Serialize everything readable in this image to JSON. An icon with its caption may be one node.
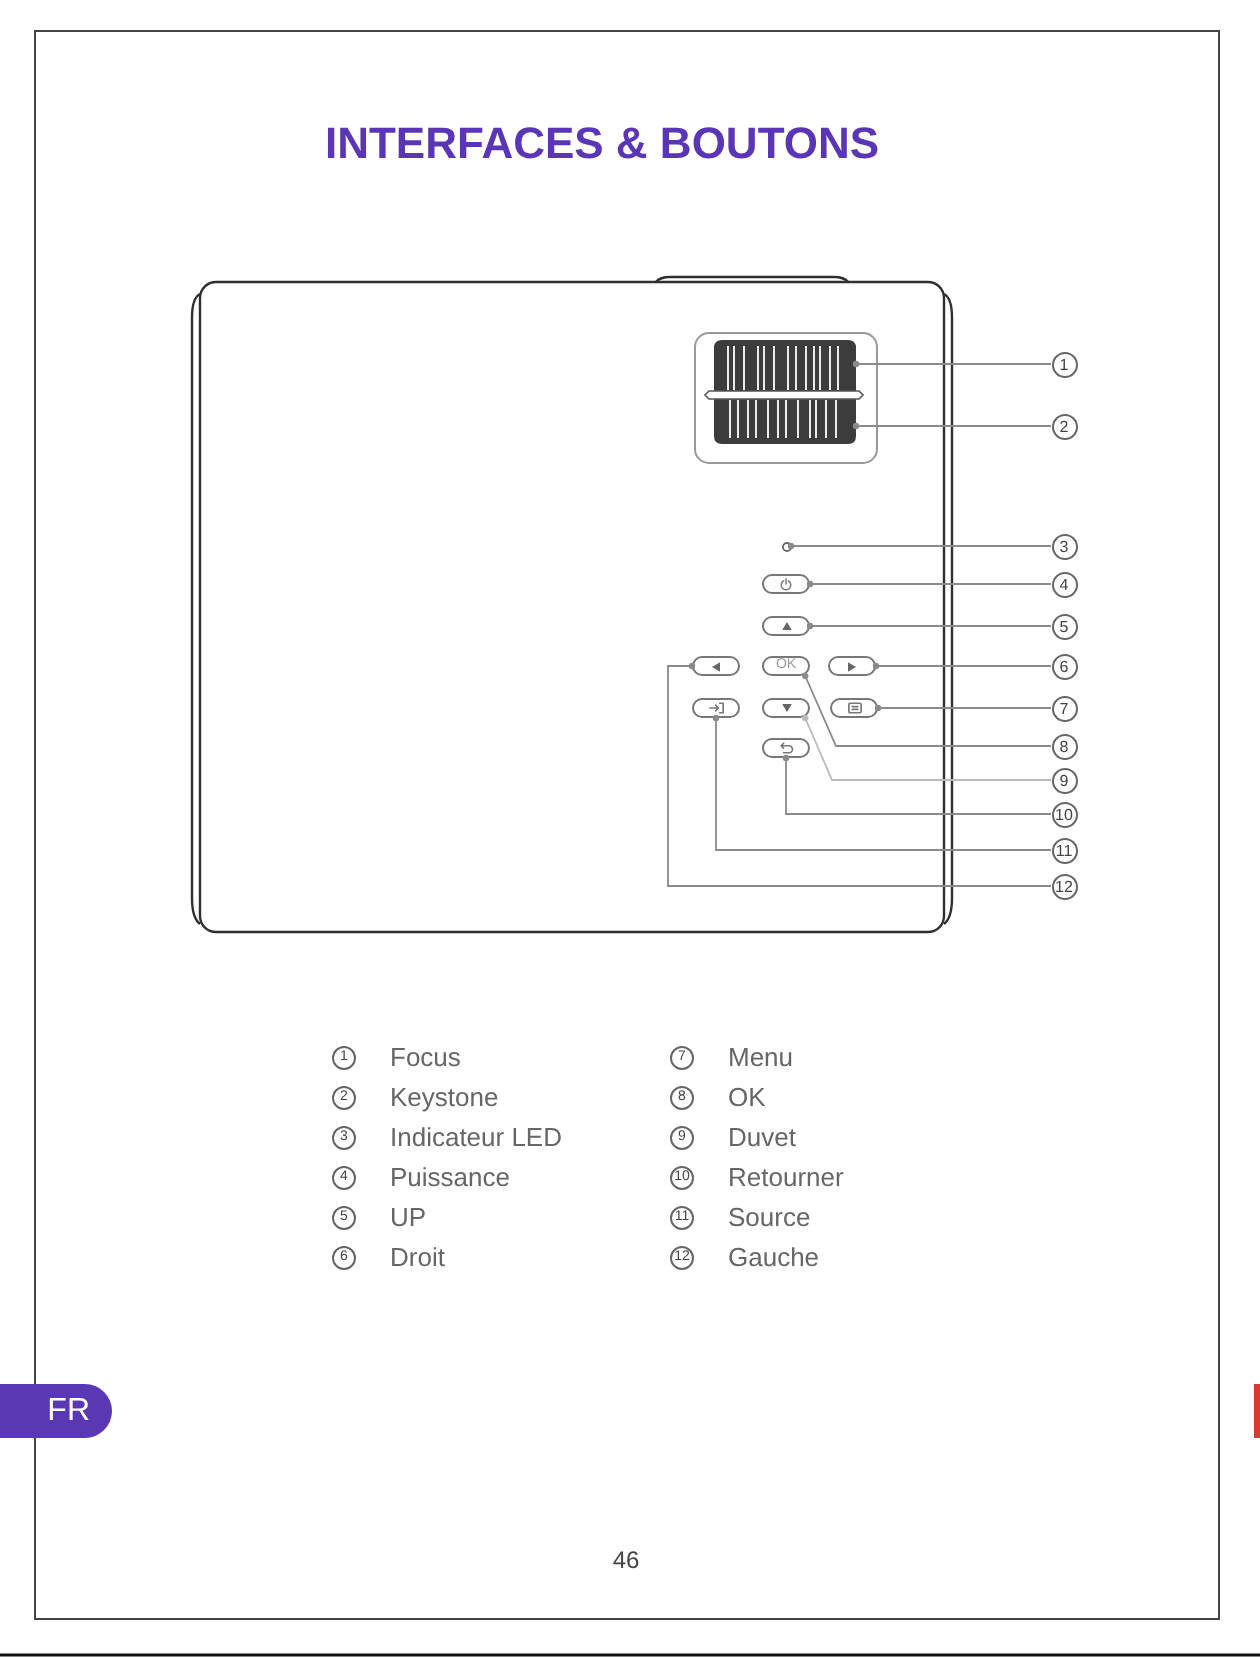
{
  "diagram": {
    "title": "INTERFACES & BOUTONS",
    "nodes": [
      {
        "text": [],
        "shape": "box"
      },
      {
        "text": [],
        "shape": "box",
        "in": 0
      },
      {
        "text": [],
        "shape": "box",
        "in": 0
      },
      {
        "text": [],
        "shape": "circle",
        "in": 0
      },
      {
        "text": [],
        "shape": "button",
        "in": 0
      },
      {
        "text": [],
        "shape": "button",
        "in": 0
      },
      {
        "text": [],
        "shape": "button",
        "in": 0
      },
      {
        "text": [
          "OK"
        ],
        "in": 0
      },
      {
        "text": [],
        "shape": "button",
        "in": 0
      },
      {
        "text": [],
        "shape": "button",
        "in": 0
      },
      {
        "text": [],
        "shape": "button",
        "in": 0
      },
      {
        "text": [],
        "shape": "button",
        "in": 0
      },
      {
        "text": [],
        "shape": "button",
        "in": 0
      },
      {
        "text": [
          "1"
        ]
      },
      {
        "text": [
          "2"
        ]
      },
      {
        "text": [
          "3"
        ]
      },
      {
        "text": [
          "4"
        ]
      },
      {
        "text": [
          "5"
        ]
      },
      {
        "text": [
          "6"
        ]
      },
      {
        "text": [
          "7"
        ]
      },
      {
        "text": [
          "8"
        ]
      },
      {
        "text": [
          "9"
        ]
      },
      {
        "text": [
          "10"
        ]
      },
      {
        "text": [
          "11"
        ]
      },
      {
        "text": [
          "12"
        ]
      },
      {
        "text": [
          "FR"
        ]
      }
    ],
    "edges": [
      {
        "from": 13,
        "to": 1,
        "arrow": "other"
      },
      {
        "from": 14,
        "to": 2,
        "arrow": "other"
      },
      {
        "from": 15,
        "to": 3,
        "arrow": "other"
      },
      {
        "from": 16,
        "to": 4,
        "arrow": "other"
      },
      {
        "from": 17,
        "to": 5,
        "arrow": "other"
      },
      {
        "from": 18,
        "to": 8,
        "arrow": "other"
      },
      {
        "from": 19,
        "to": 11,
        "arrow": "other"
      },
      {
        "from": 20,
        "to": 7,
        "arrow": "other"
      },
      {
        "from": 21,
        "to": 10,
        "arrow": "other",
        "color": "#bbbbbb"
      },
      {
        "from": 22,
        "to": 12,
        "arrow": "other"
      },
      {
        "from": 23,
        "to": 9,
        "arrow": "other"
      },
      {
        "from": 24,
        "to": 6,
        "arrow": "other"
      }
    ],
    "labels": [
      "1",
      "Focus",
      "7",
      "Menu",
      "2",
      "Keystone",
      "8",
      "OK",
      "3",
      "Indicateur LED",
      "9",
      "Duvet",
      "4",
      "Puissance",
      "10",
      "Retourner",
      "5",
      "UP",
      "11",
      "Source",
      "6",
      "Droit",
      "12",
      "Gauche",
      "46"
    ]
  }
}
